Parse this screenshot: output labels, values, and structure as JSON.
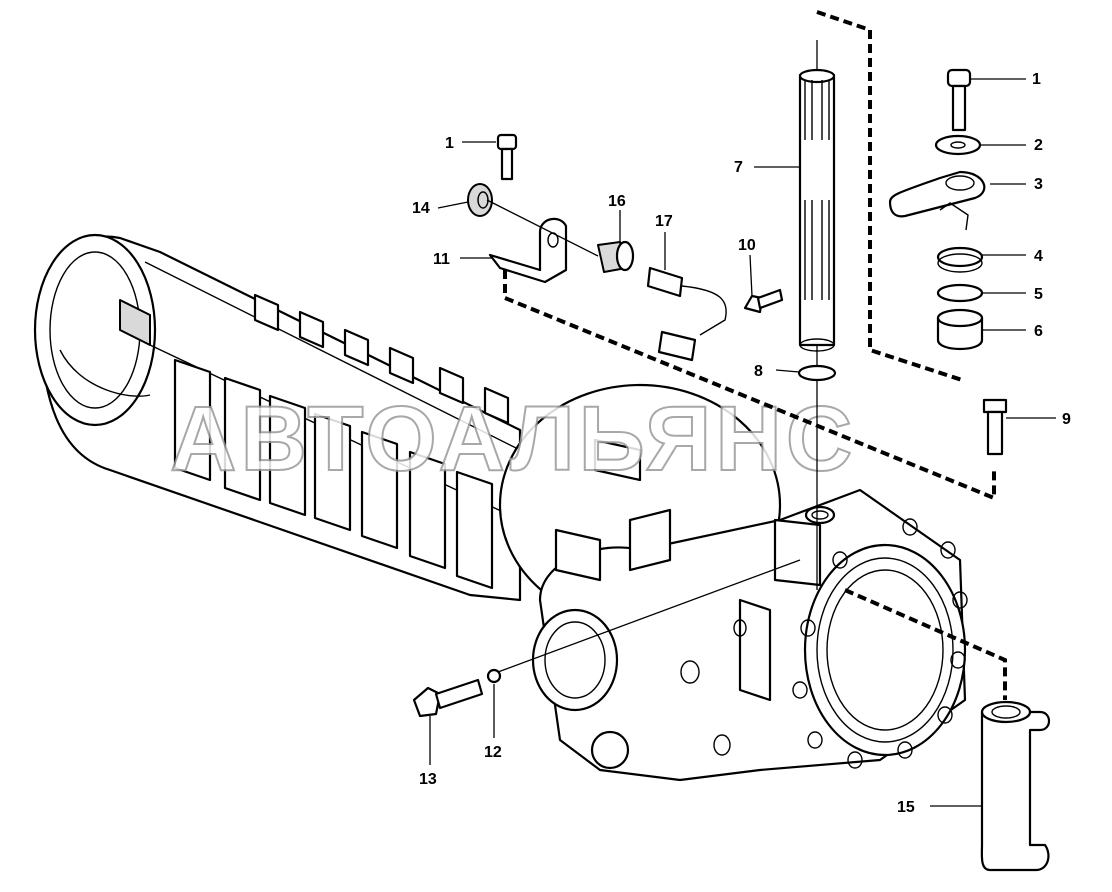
{
  "diagram": {
    "watermark": "АВТОАЛЬЯНС",
    "callouts": [
      {
        "id": "c1a",
        "label": "1"
      },
      {
        "id": "c14",
        "label": "14"
      },
      {
        "id": "c11",
        "label": "11"
      },
      {
        "id": "c16",
        "label": "16"
      },
      {
        "id": "c17",
        "label": "17"
      },
      {
        "id": "c7",
        "label": "7"
      },
      {
        "id": "c10",
        "label": "10"
      },
      {
        "id": "c8",
        "label": "8"
      },
      {
        "id": "c1b",
        "label": "1"
      },
      {
        "id": "c2",
        "label": "2"
      },
      {
        "id": "c3",
        "label": "3"
      },
      {
        "id": "c4",
        "label": "4"
      },
      {
        "id": "c5",
        "label": "5"
      },
      {
        "id": "c6",
        "label": "6"
      },
      {
        "id": "c9",
        "label": "9"
      },
      {
        "id": "c12",
        "label": "12"
      },
      {
        "id": "c13",
        "label": "13"
      },
      {
        "id": "c15",
        "label": "15"
      }
    ]
  }
}
